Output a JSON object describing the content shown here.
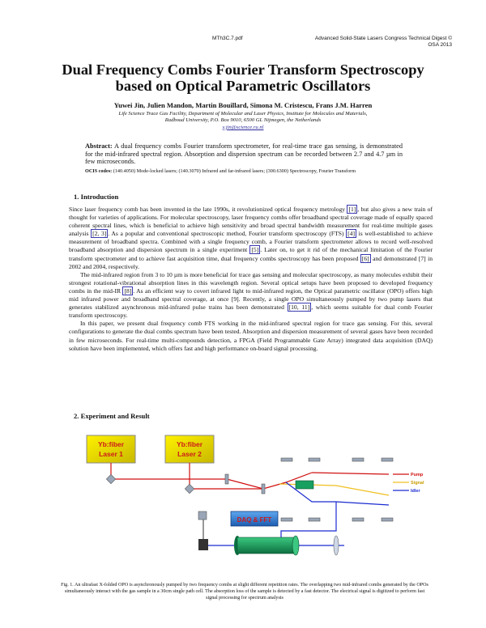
{
  "header": {
    "left": "MTh3C.7.pdf",
    "right_line1": "Advanced Solid-State Lasers Congress Technical Digest ©",
    "right_line2": "OSA 2013"
  },
  "title_line1": "Dual Frequency Combs Fourier Transform Spectroscopy",
  "title_line2": "based on Optical Parametric Oscillators",
  "authors": "Yuwei Jin, Julien Mandon, Martin Bouillard, Simona M. Cristescu, Frans J.M. Harren",
  "affiliation_line1": "Life Science Trace Gas Facility, Department of Molecular and Laser Physics, Institute for Molecules and Materials,",
  "affiliation_line2": "Radboud University, P.O. Box 9010, 6500 GL Nijmegen, the Netherlands",
  "email": "y.jin@science.ru.nl",
  "abstract_label": "Abstract:",
  "abstract_text": " A dual frequency combs Fourier transform spectrometer, for real-time trace gas sensing, is demonstrated for the mid-infrared spectral region. Absorption and dispersion spectrum can be recorded between 2.7 and 4.7 µm in few microseconds.",
  "ocis_label": "OCIS codes:",
  "ocis_text": " (140.4050) Mode-locked lasers; (140.3070) Infrared and far-infrared lasers; (300.6300) Spectroscopy, Fourier Transform",
  "section1": "1.    Introduction",
  "p1": {
    "a": "Since laser frequency comb has been invented in the late 1990s, it revolutionized optical frequency metrology ",
    "c1": "[1]",
    "b": ", but also gives a new train of thought for varieties of applications. For molecular spectroscopy, laser frequency combs offer broadband spectral coverage made of equally spaced coherent spectral lines, which is beneficial to achieve high sensitivity and broad spectral bandwidth measurement for real-time multiple gases analysis ",
    "c2": "[2, 3]",
    "c": ". As a popular and conventional spectroscopic method, Fourier transform spectroscopy (FTS) ",
    "c3": "[4]",
    "d": " is well-established to achieve measurement of broadband spectra. Combined with a single frequency comb, a Fourier transform spectrometer allows to record well-resolved broadband absorption and dispersion spectrum in a single experiment ",
    "c4": "[5]",
    "e": ". Later on, to get it rid of the mechanical limitation of the Fourier transform spectrometer and to achieve fast acquisition time, dual frequency combs spectroscopy has been proposed ",
    "c5": "[6]",
    "f": " and demonstrated [7] in 2002 and 2004, respectively."
  },
  "p2": {
    "a": "The mid-infrared region from 3 to 10 µm is more beneficial for trace gas sensing and molecular spectroscopy, as many molecules exhibit their strongest rotational-vibrational absorption lines in this wavelength region. Several optical setups have been proposed to developed frequency combs in the mid-IR ",
    "c1": "[8]",
    "b": ". As an efficient way to covert infrared light to mid-infrared region, the Optical parametric oscillator (OPO) offers high mid infrared power and broadband spectral coverage, at once [9]. Recently, a single OPO simultaneously pumped by two pump lasers that generates stabilized asynchronous mid-infrared pulse trains has been demonstrated ",
    "c2": "[10, 11]",
    "c": ", which seems suitable for dual comb Fourier transform spectroscopy."
  },
  "p3": "In this paper, we present dual frequency comb FTS working in the mid-infrared spectral region for trace gas sensing. For this, several configurations to generate the dual combs spectrum have been tested. Absorption and dispersion measurement of several gases have been recorded in few microseconds. For real-time multi-compounds detection, a FPGA (Field Programmable Gate Array) integrated data acquisition (DAQ) solution have been implemented, which offers fast and high performance on-board signal processing.",
  "section2": "2.    Experiment and Result",
  "figure": {
    "laser1": [
      "Yb:fiber",
      "Laser 1"
    ],
    "laser2": [
      "Yb:fiber",
      "Laser 2"
    ],
    "daq": "DAQ & FFT",
    "legend": [
      "Pump",
      "Signal",
      "Idler"
    ],
    "colors": {
      "laser_box": "#e8e000",
      "laser_text": "#cc1a1a",
      "daq_box": "#2f7fd8",
      "pump": "#d01010",
      "signal": "#f0c020",
      "idler": "#1a2ad0",
      "cell": "#18a060"
    }
  },
  "caption": "Fig. 1. An ultrafast X-folded OPO is asynchronously pumped by two frequency combs at slight different repetition rates. The overlapping two mid-infrared combs generated by the OPOs simultaneously interact with the gas sample in a 30cm single path cell. The absorption loss of the sample is detected by a fast detector. The electrical signal is digitized to perform fast signal processing for spectrum analysis"
}
